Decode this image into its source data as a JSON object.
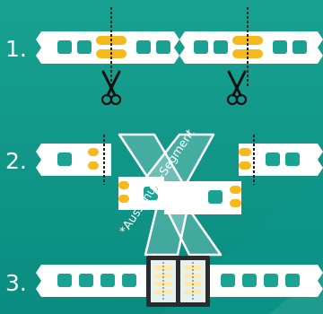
{
  "steps": [
    {
      "label": "1."
    },
    {
      "label": "2."
    },
    {
      "label": "3."
    }
  ],
  "reject_label": "*Ausschuss-Segment",
  "icons": {
    "scissors": "scissors-icon",
    "cross": "x-mark-icon"
  },
  "colors": {
    "background_top": "#159e8e",
    "background_bottom": "#0b8e82",
    "strip": "#ffffff",
    "hole": "#1aa292",
    "solder_pad": "#f4b91a",
    "cut_line": "#222222",
    "frame": "#2b2b2b",
    "led_chip": "#ffe8a8"
  }
}
